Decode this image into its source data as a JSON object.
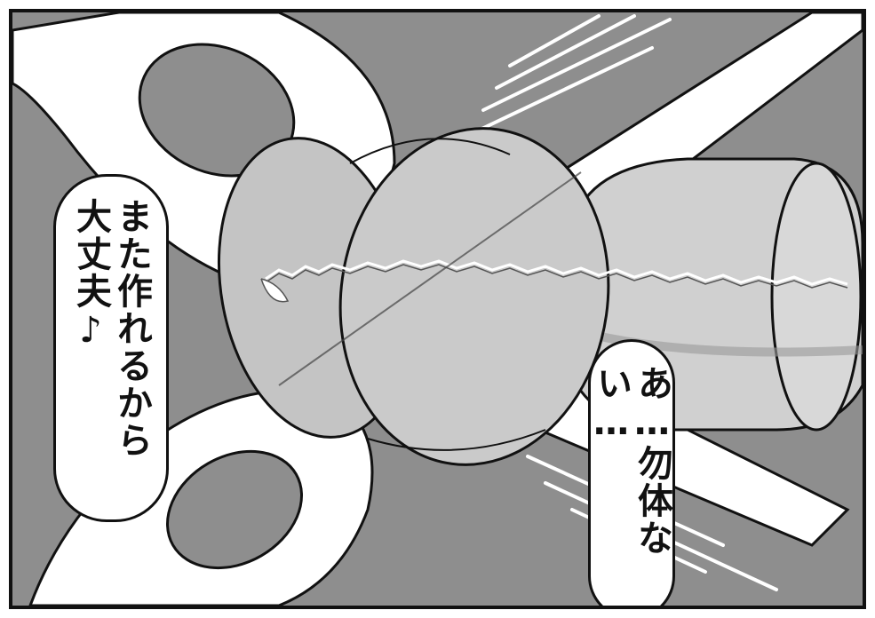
{
  "panel": {
    "background_color": "#8e8e8e",
    "illustration": "scissors cutting a wrapped cloth roll"
  },
  "speech": {
    "left": "また作れるから大丈夫♪",
    "left_lines": [
      "また作れるから",
      "大丈夫♪"
    ],
    "right": "あ…勿体ない…"
  }
}
